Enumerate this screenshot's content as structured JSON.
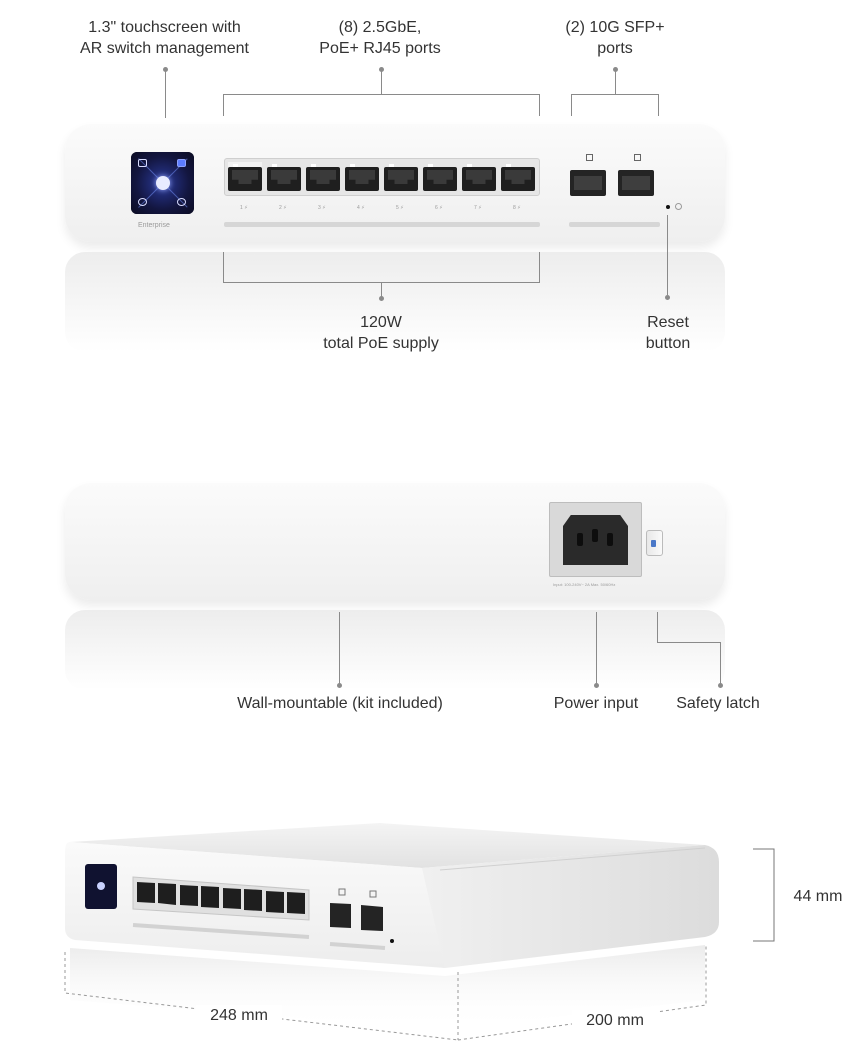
{
  "callouts": {
    "touchscreen": {
      "line1": "1.3\" touchscreen with",
      "line2": "AR switch management"
    },
    "rj45_ports": {
      "line1": "(8) 2.5GbE,",
      "line2": "PoE+ RJ45 ports"
    },
    "sfp_ports": {
      "line1": "(2) 10G SFP+",
      "line2": "ports"
    },
    "poe_supply": {
      "line1": "120W",
      "line2": "total PoE supply"
    },
    "reset": {
      "line1": "Reset",
      "line2": "button"
    },
    "wall_mount": "Wall-mountable (kit included)",
    "power_input": "Power input",
    "safety_latch": "Safety latch"
  },
  "device": {
    "brand": "Enterprise",
    "rj45_labels": [
      "1 ⚡",
      "2 ⚡",
      "3 ⚡",
      "4 ⚡",
      "5 ⚡",
      "6 ⚡",
      "7 ⚡",
      "8 ⚡"
    ],
    "power_rating": "Input: 100-240V~ 2A Max. 50/60Hz"
  },
  "dimensions": {
    "height": "44 mm",
    "width": "248 mm",
    "depth": "200 mm"
  },
  "colors": {
    "screen_dark": "#0e0f2a",
    "screen_glow": "#2a3a9a",
    "latch_accent": "#4a78c8",
    "port_black": "#1f1f1f"
  }
}
